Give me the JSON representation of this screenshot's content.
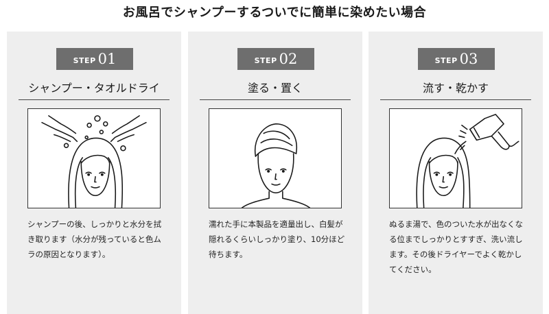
{
  "header": {
    "title": "お風呂でシャンプーするついでに簡単に染めたい場合"
  },
  "steps": [
    {
      "step_label": "STEP",
      "step_number": "01",
      "title": "シャンプー・タオルドライ",
      "description": "シャンプーの後、しっかりと水分を拭き取ります（水分が残っていると色ムラの原因となります）。",
      "illustration_icon": "shampoo-hands-illustration"
    },
    {
      "step_label": "STEP",
      "step_number": "02",
      "title": "塗る・置く",
      "description": "濡れた手に本製品を適量出し、白髪が隠れるくらいしっかり塗り、10分ほど待ちます。",
      "illustration_icon": "towel-wrap-illustration"
    },
    {
      "step_label": "STEP",
      "step_number": "03",
      "title": "流す・乾かす",
      "description": "ぬるま湯で、色のついた水が出なくなる位までしっかりとすすぎ、洗い流します。その後ドライヤーでよく乾かしてください。",
      "illustration_icon": "hair-dryer-illustration"
    }
  ],
  "colors": {
    "badge_bg": "#6e6e6e",
    "card_bg": "#eeeeee",
    "line": "#333333"
  }
}
